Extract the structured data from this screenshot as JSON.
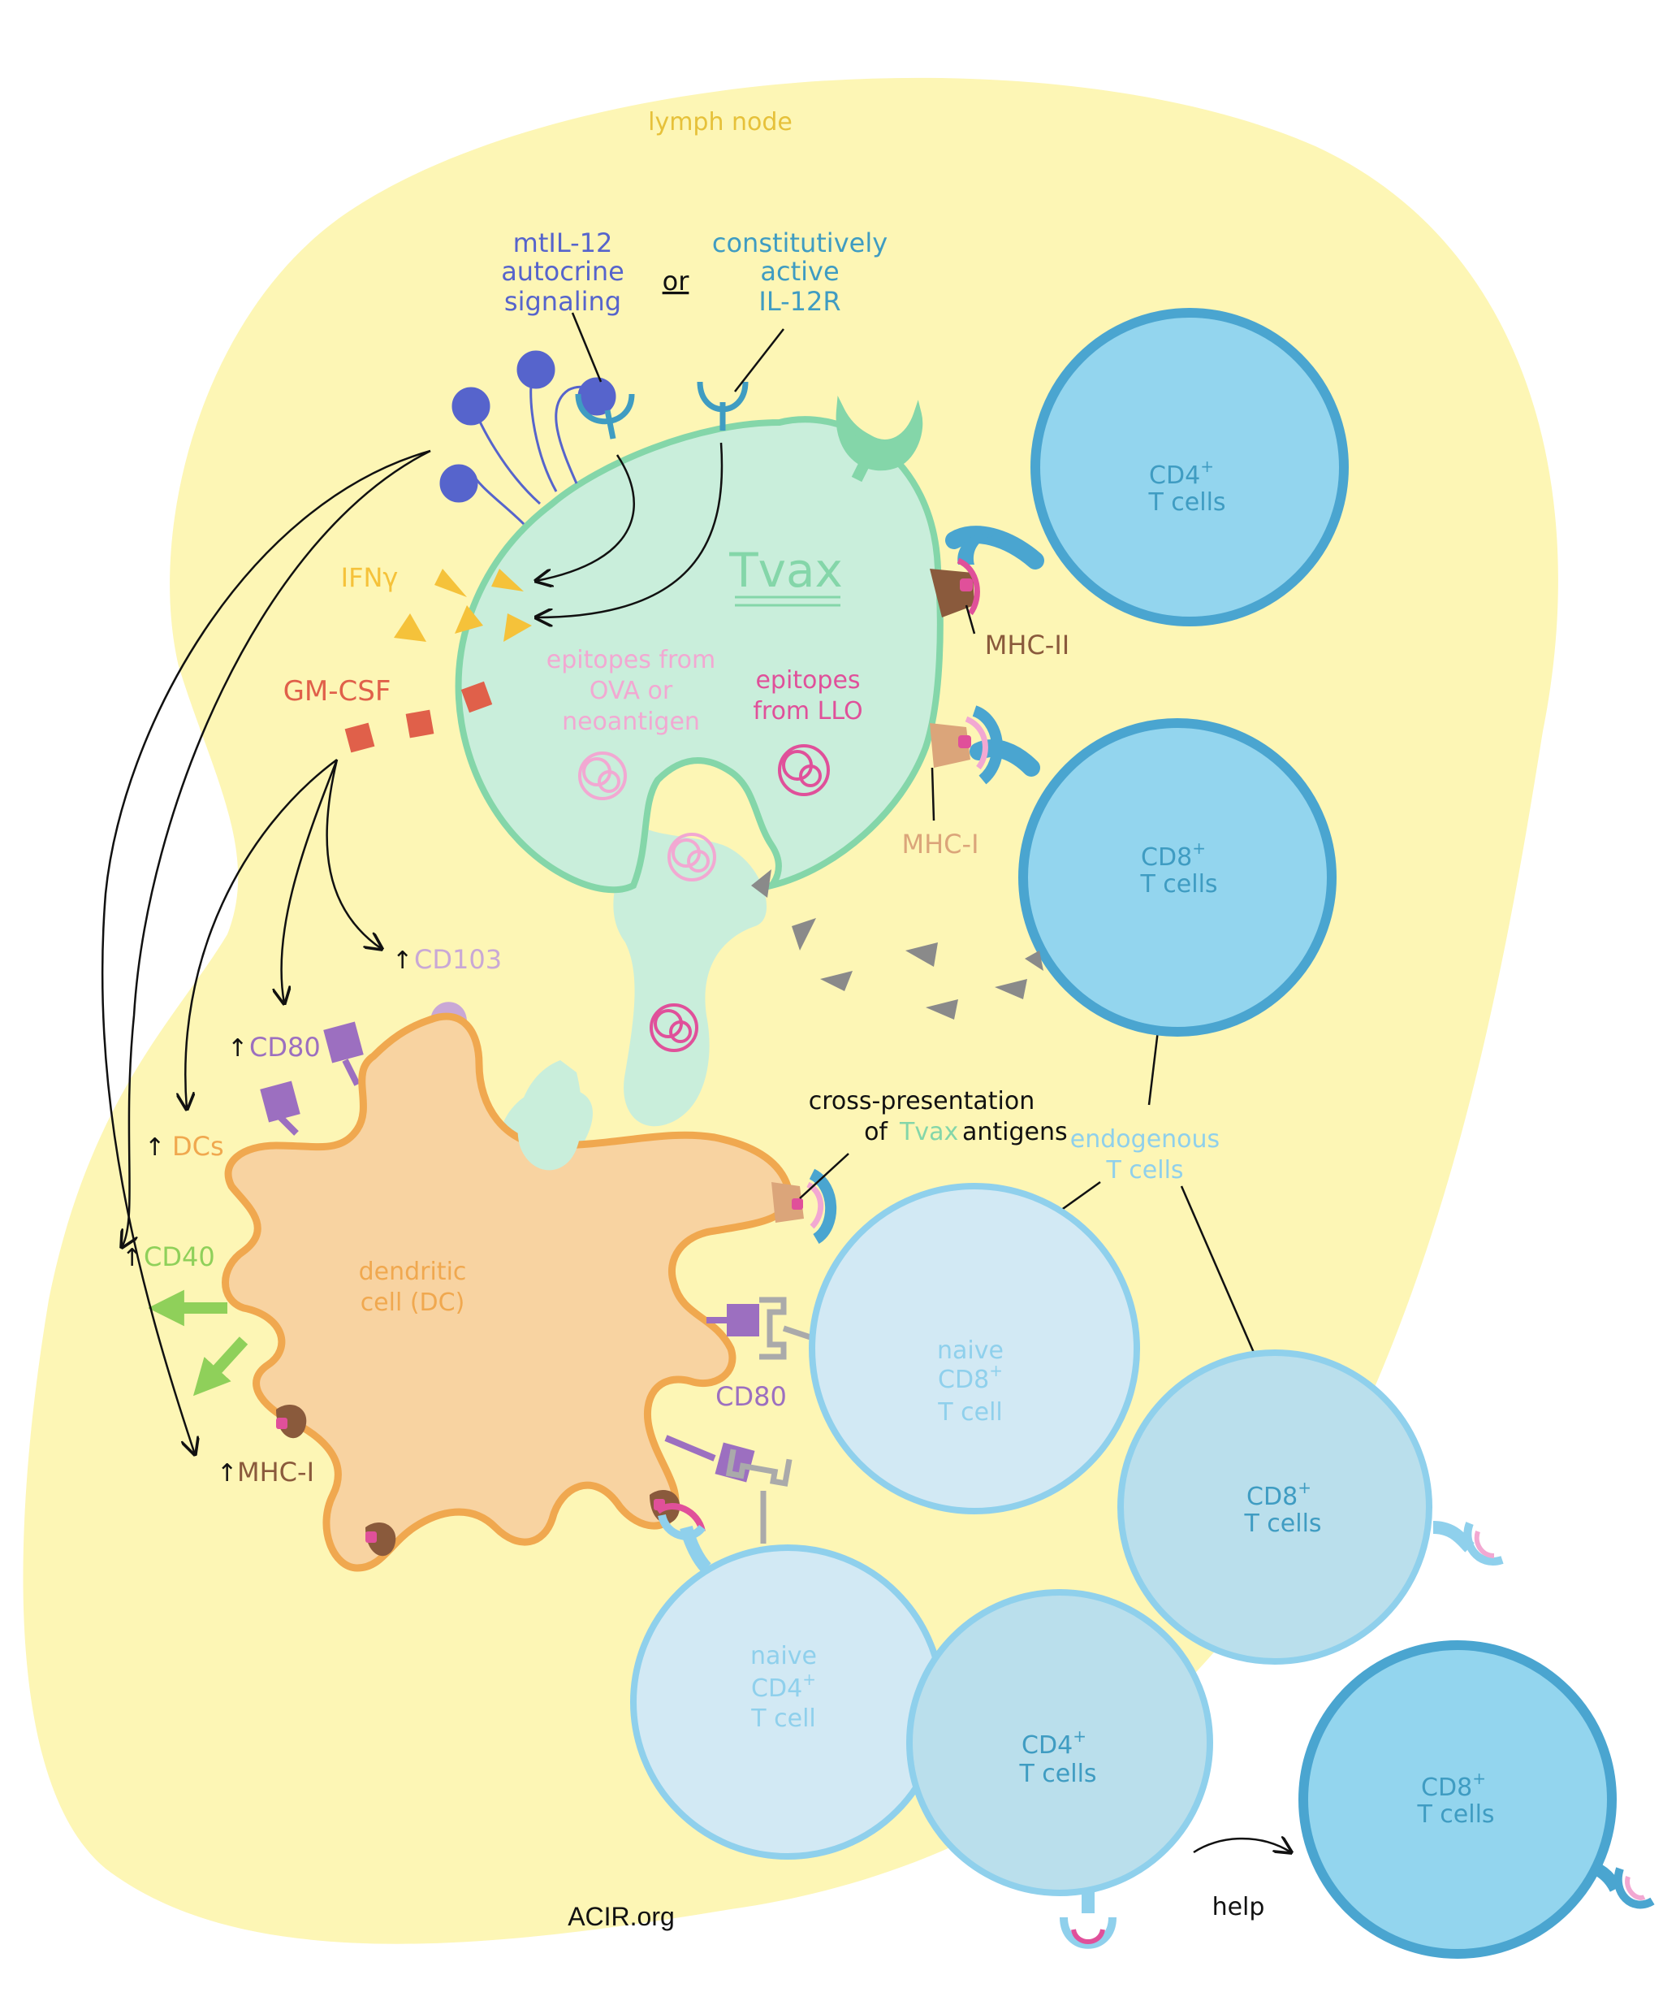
{
  "labels": {
    "lymph_node": "lymph node",
    "mtil12": [
      "mtIL-12",
      "autocrine",
      "signaling"
    ],
    "or": "or",
    "il12r": [
      "constitutively",
      "active",
      "IL-12R"
    ],
    "tvax": "Tvax",
    "ifng": "IFNγ",
    "gmcsf": "GM-CSF",
    "epitopes_ova": [
      "epitopes from",
      "OVA or",
      "neoantigen"
    ],
    "epitopes_llo": [
      "epitopes",
      "from LLO"
    ],
    "mhc2": "MHC-II",
    "mhc1": "MHC-I",
    "cd4_top": [
      "CD4",
      "+",
      "T cells"
    ],
    "cd8_top": [
      "CD8",
      "+",
      "T cells"
    ],
    "cd103": "CD103",
    "cd80_top": "CD80",
    "dcs": "DCs",
    "cd40": "CD40",
    "mhc1_dc": "MHC-I",
    "up_arrow": "↑",
    "cross_presentation": [
      "cross-presentation",
      "of",
      "Tvax",
      "antigens"
    ],
    "endogenous": [
      "endogenous",
      "T cells"
    ],
    "dc": [
      "dendritic",
      "cell (DC)"
    ],
    "cd80_mid": "CD80",
    "naive_cd8": [
      "naive",
      "CD8",
      "+",
      "T cell"
    ],
    "cd8_endog": [
      "CD8",
      "+",
      "T cells"
    ],
    "naive_cd4": [
      "naive",
      "CD4",
      "+",
      "T cell"
    ],
    "cd4_bottom": [
      "CD4",
      "+",
      "T cells"
    ],
    "cd8_bottom": [
      "CD8",
      "+",
      "T cells"
    ],
    "help": "help",
    "acir": "ACIR.org"
  },
  "colors": {
    "lymph": "#fdf6b5",
    "tvax_fill": "#c9eedb",
    "tvax_stroke": "#84d6a9",
    "tcell_dark_fill": "#93d5ee",
    "tcell_dark_stroke": "#4aa5d0",
    "tcell_light_fill": "#d2e9f4",
    "tcell_light_stroke": "#8fd0ec",
    "tcell_mid_fill": "#badfec",
    "dc_fill": "#f8d3a1",
    "dc_stroke": "#f0a84f",
    "mtil12_blue": "#5664cc",
    "il12r_blue": "#3f9cc2",
    "ifng_yellow": "#f5c23a",
    "gmcsf_red": "#e0604a",
    "pink_light": "#f2a8d2",
    "pink_dark": "#e0509a",
    "mhc2_brown": "#8a5a3c",
    "mhc1_tan": "#dba57a",
    "cd80_purple": "#9c6fc0",
    "cd40_green": "#8fd05a",
    "cd103_lilac": "#c9a8d6",
    "gray": "#8a8a8a"
  }
}
